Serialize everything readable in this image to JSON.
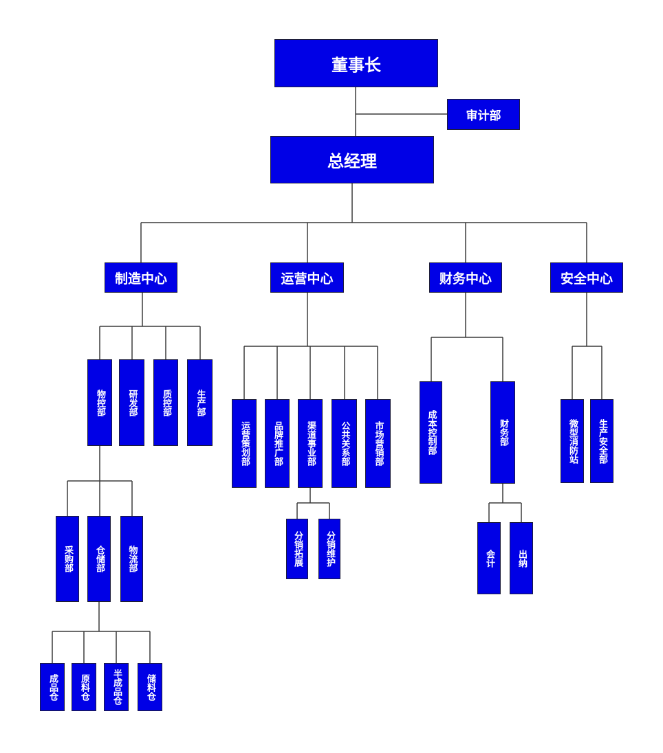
{
  "org": {
    "chairman": "董事长",
    "audit": "审计部",
    "gm": "总经理",
    "centers": {
      "manufacturing": "制造中心",
      "operations": "运营中心",
      "finance": "财务中心",
      "safety": "安全中心"
    },
    "manufacturing": {
      "material_control": "物控部",
      "rnd": "研发部",
      "quality": "质控部",
      "production": "生产部",
      "purchasing": "采购部",
      "warehousing": "仓储部",
      "logistics": "物流部",
      "finished_goods": "成品仓",
      "raw_material": "原料仓",
      "semi_finished": "半成品仓",
      "storage_material": "储料仓"
    },
    "operations": {
      "ops_planning": "运营策划部",
      "brand": "品牌推广部",
      "channel": "渠道事业部",
      "pr": "公共关系部",
      "marketing": "市场营销部",
      "dist_expand": "分销拓展",
      "dist_maintain": "分销维护"
    },
    "finance": {
      "cost_control": "成本控制部",
      "finance_dept": "财务部",
      "accounting": "会计",
      "cashier": "出纳"
    },
    "safety": {
      "fire_station": "微型消防站",
      "prod_safety": "生产安全部"
    }
  }
}
